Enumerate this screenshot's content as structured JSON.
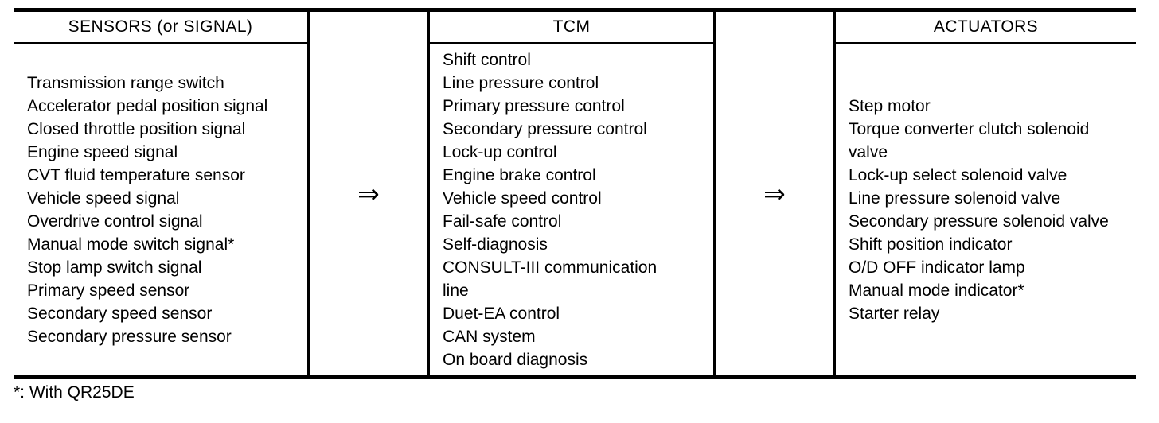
{
  "diagram": {
    "columns": [
      {
        "header": "SENSORS (or SIGNAL)",
        "items": [
          "Transmission range switch",
          "Accelerator pedal position signal",
          "Closed throttle position signal",
          "Engine speed signal",
          "CVT fluid temperature sensor",
          "Vehicle speed signal",
          "Overdrive control signal",
          "Manual mode switch signal*",
          "Stop lamp switch signal",
          "Primary speed sensor",
          "Secondary speed sensor",
          "Secondary pressure sensor"
        ]
      },
      {
        "header": "TCM",
        "items": [
          "Shift control",
          "Line pressure control",
          "Primary pressure control",
          "Secondary pressure control",
          "Lock-up control",
          "Engine brake control",
          "Vehicle speed control",
          "Fail-safe control",
          "Self-diagnosis",
          "CONSULT-III communication line",
          "Duet-EA control",
          "CAN system",
          "On board diagnosis"
        ]
      },
      {
        "header": "ACTUATORS",
        "items": [
          "Step motor",
          "Torque converter clutch solenoid valve",
          "Lock-up select solenoid valve",
          "Line pressure solenoid valve",
          "Secondary pressure solenoid valve",
          "Shift position indicator",
          "O/D OFF indicator lamp",
          "Manual mode indicator*",
          "Starter relay"
        ]
      }
    ],
    "arrow_symbol": "⇒",
    "footnote": "*: With QR25DE",
    "colors": {
      "ink": "#000000",
      "background": "#ffffff"
    }
  }
}
